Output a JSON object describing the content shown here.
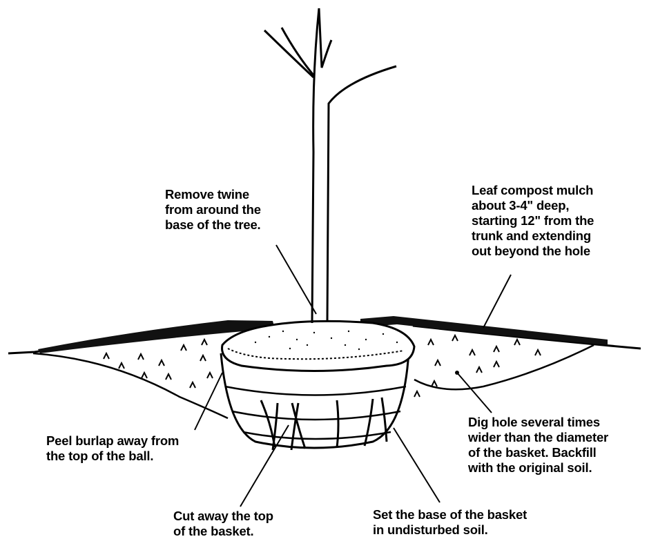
{
  "labels": {
    "remove_twine": [
      "Remove twine",
      "from around the",
      "base of the tree."
    ],
    "mulch": [
      "Leaf compost mulch",
      "about 3-4\" deep,",
      "starting 12\" from the",
      "trunk and extending",
      "out beyond the hole"
    ],
    "peel_burlap": [
      "Peel burlap away from",
      "the top of the ball."
    ],
    "dig_hole": [
      "Dig hole several times",
      "wider than the diameter",
      "of the basket.  Backfill",
      "with the original soil."
    ],
    "cut_basket": [
      "Cut away the top",
      "of the basket."
    ],
    "set_base": [
      "Set the base of the basket",
      "in undisturbed soil."
    ]
  }
}
